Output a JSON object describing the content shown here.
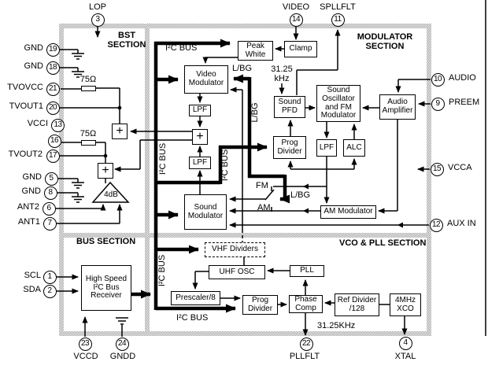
{
  "sections": {
    "bst": "BST\nSECTION",
    "modulator": "MODULATOR\nSECTION",
    "bus": "BUS SECTION",
    "vco_pll": "VCO & PLL SECTION"
  },
  "blocks": {
    "peak_white": "Peak\nWhite",
    "clamp": "Clamp",
    "video_modulator": "Video\nModulator",
    "lpf": "LPF",
    "sound_modulator": "Sound\nModulator",
    "sound_pfd": "Sound\nPFD",
    "sound_oscillator": "Sound\nOscillator\nand FM\nModulator",
    "audio_amplifier": "Audio\nAmplifier",
    "prog_divider": "Prog\nDivider",
    "alc": "ALC",
    "am_modulator": "AM Modulator",
    "vhf_dividers": "VHF Dividers",
    "uhf_osc": "UHF OSC",
    "pll": "PLL",
    "prescaler": "Prescaler/8",
    "phase_comp": "Phase\nComp",
    "ref_divider": "Ref Divider\n/128",
    "xco": "4MHz\nXCO",
    "i2c_receiver": "High Speed\nI²C Bus\nReceiver",
    "adder": "+"
  },
  "labels": {
    "i2c_bus": "I²C BUS",
    "l_bg": "L/BG",
    "fm": "FM",
    "am": "AM",
    "f3125_khz": "31.25\nkHz",
    "f3125khz": "31.25KHz",
    "r75": "75Ω",
    "gain_4db": "4dB"
  },
  "pins": {
    "lop": {
      "num": "3",
      "name": "LOP"
    },
    "video": {
      "num": "14",
      "name": "VIDEO"
    },
    "spllflt": {
      "num": "11",
      "name": "SPLLFLT"
    },
    "gnd19": {
      "num": "19",
      "name": "GND"
    },
    "gnd18": {
      "num": "18",
      "name": "GND"
    },
    "tvovcc": {
      "num": "21",
      "name": "TVOVCC"
    },
    "tvout1": {
      "num": "20",
      "name": "TVOUT1"
    },
    "vcci": {
      "num": "13",
      "name": "VCCI"
    },
    "pin16": {
      "num": "16",
      "name": ""
    },
    "tvout2": {
      "num": "17",
      "name": "TVOUT2"
    },
    "gnd5": {
      "num": "5",
      "name": "GND"
    },
    "gnd8": {
      "num": "8",
      "name": "GND"
    },
    "ant2": {
      "num": "6",
      "name": "ANT2"
    },
    "ant1": {
      "num": "7",
      "name": "ANT1"
    },
    "scl": {
      "num": "1",
      "name": "SCL"
    },
    "sda": {
      "num": "2",
      "name": "SDA"
    },
    "vccd": {
      "num": "23",
      "name": "VCCD"
    },
    "gndd": {
      "num": "24",
      "name": "GNDD"
    },
    "audio": {
      "num": "10",
      "name": "AUDIO"
    },
    "preem": {
      "num": "9",
      "name": "PREEM"
    },
    "vcca": {
      "num": "15",
      "name": "VCCA"
    },
    "aux_in": {
      "num": "12",
      "name": "AUX IN"
    },
    "pllflt": {
      "num": "22",
      "name": "PLLFLT"
    },
    "xtal": {
      "num": "4",
      "name": "XTAL"
    }
  }
}
